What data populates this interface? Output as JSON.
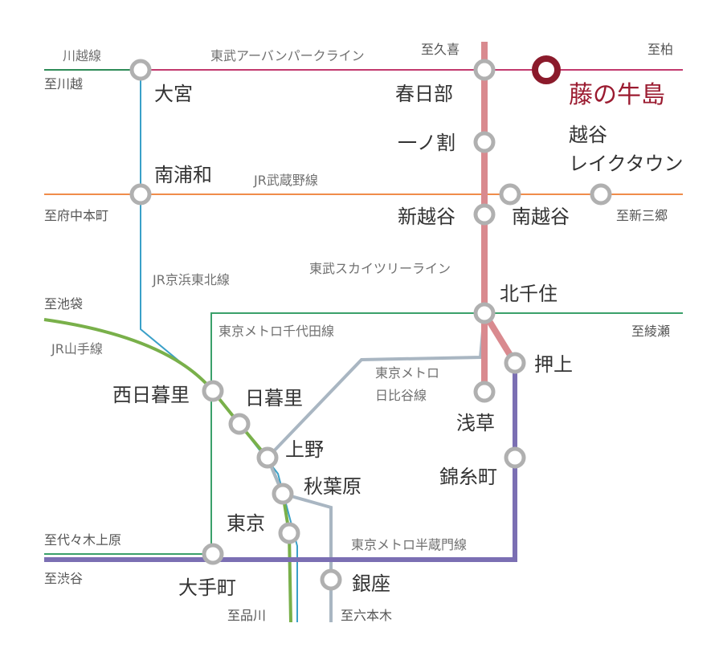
{
  "colors": {
    "urban_park": "#c23a6e",
    "kawagoe": "#2e8b57",
    "musashino": "#f08c4a",
    "keihin_tohoku": "#3aa0c8",
    "yamanote": "#79b04a",
    "chiyoda": "#3aa06a",
    "hibiya": "#a9b6c2",
    "hanzomon": "#7b6fb3",
    "skytree": "#d98a8f",
    "station": "#b0b0b0",
    "highlight": "#8b1a2b"
  },
  "lines": {
    "kawagoe": "川越線",
    "urban_park": "東武アーバンパークライン",
    "musashino": "JR武蔵野線",
    "keihin_tohoku": "JR京浜東北線",
    "skytree": "東武スカイツリーライン",
    "yamanote": "JR山手線",
    "chiyoda": "東京メトロ千代田線",
    "hibiya_1": "東京メトロ",
    "hibiya_2": "日比谷線",
    "hanzomon": "東京メトロ半蔵門線"
  },
  "directions": {
    "kuki": "至久喜",
    "kashiwa": "至柏",
    "kawagoe": "至川越",
    "fuchu": "至府中本町",
    "shinmisato": "至新三郷",
    "ikebukuro": "至池袋",
    "ayase": "至綾瀬",
    "yoyogi": "至代々木上原",
    "shibuya": "至渋谷",
    "shinagawa": "至品川",
    "roppongi": "至六本木"
  },
  "stations": {
    "omiya": "大宮",
    "kasukabe": "春日部",
    "fujinoushijima": "藤の牛島",
    "ichinowari": "一ノ割",
    "koshigaya_lake_1": "越谷",
    "koshigaya_lake_2": "レイクタウン",
    "minamiurawa": "南浦和",
    "shinkoshigaya": "新越谷",
    "minamikoshigaya": "南越谷",
    "kitasenju": "北千住",
    "oshiage": "押上",
    "nishinippori": "西日暮里",
    "nippori": "日暮里",
    "asakusa": "浅草",
    "ueno": "上野",
    "kinshicho": "錦糸町",
    "akihabara": "秋葉原",
    "tokyo": "東京",
    "otemachi": "大手町",
    "ginza": "銀座"
  }
}
